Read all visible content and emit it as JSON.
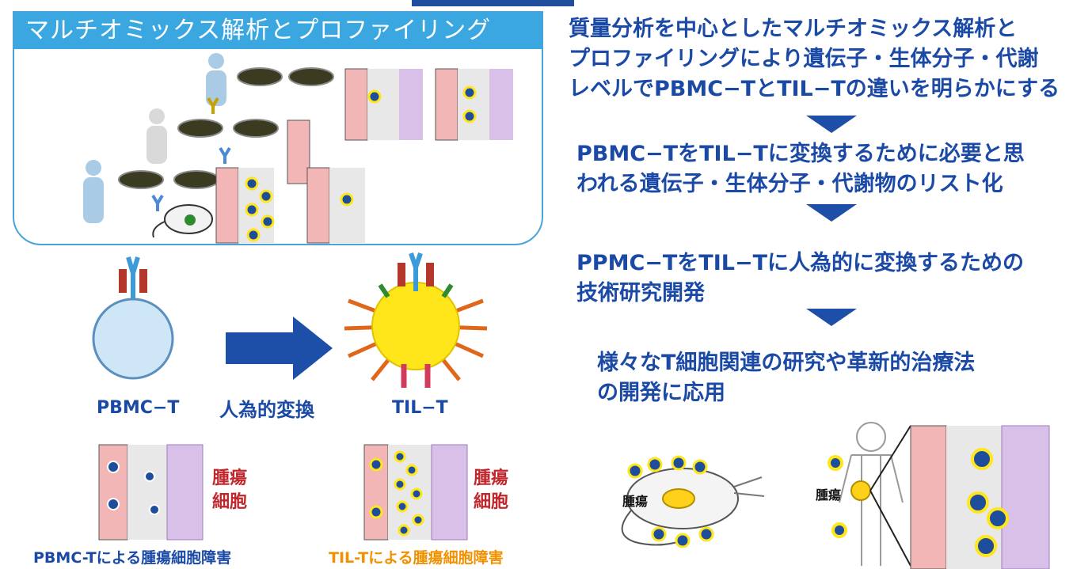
{
  "panel": {
    "title": "マルチオミックス解析とプロファイリング"
  },
  "steps": [
    "質量分析を中心としたマルチオミックス解析と\nプロファイリングにより遺伝子・生体分子・代謝\nレベルでPBMC−TとTIL−Tの違いを明らかにする",
    "PBMC−TをTIL−Tに変換するために必要と思\nわれる遺伝子・生体分子・代謝物のリスト化",
    "PPMC−TをTIL−Tに人為的に変換するための\n技術研究開発",
    "様々なT細胞関連の研究や革新的治療法\nの開発に応用"
  ],
  "cells": {
    "pbmc_label": "PBMC−T",
    "til_label": "TIL−T",
    "transform_label": "人為的変換"
  },
  "tumor": {
    "label_left": "腫瘍\n細胞",
    "label_right": "腫瘍\n細胞",
    "caption_pbmc": "PBMC-Tによる腫瘍細胞障害",
    "caption_til": "TIL-Tによる腫瘍細胞障害"
  },
  "applications": {
    "mouse_tumor": "腫瘍",
    "human_tumor": "腫瘍"
  },
  "colors": {
    "accent_blue": "#1b4aa6",
    "panel_blue": "#3aa7e0",
    "tumor_red": "#c0272d",
    "til_orange": "#f29100",
    "cell_yellow": "#ffe61a"
  }
}
